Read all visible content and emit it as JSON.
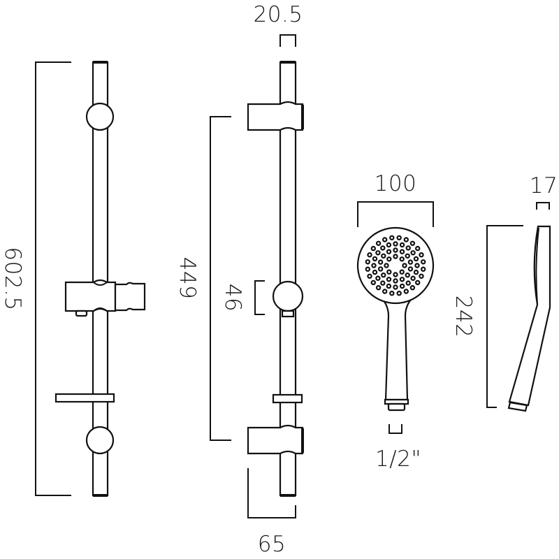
{
  "drawing": {
    "title": "Shower riser rail kit dimension drawing",
    "units": "mm",
    "line_color": "#111111",
    "background": "#ffffff"
  },
  "dimensions": {
    "rail_overall_height": "602.5",
    "rail_diameter": "20.5",
    "bracket_centres": "449",
    "knob_height": "46",
    "bracket_projection": "65",
    "handset_head_diameter": "100",
    "handset_connection": "1/2\"",
    "handset_thickness": "17",
    "handset_length": "242"
  },
  "views": [
    {
      "name": "rail-front-view",
      "parts": [
        "top-wall-bracket",
        "slider",
        "soap-dish",
        "bottom-wall-bracket"
      ]
    },
    {
      "name": "rail-side-view",
      "parts": [
        "top-wall-bracket",
        "adjuster-knob",
        "collar",
        "bottom-wall-bracket"
      ]
    },
    {
      "name": "handset-front-view",
      "parts": [
        "spray-face",
        "handle",
        "threaded-connector"
      ]
    },
    {
      "name": "handset-side-view",
      "parts": [
        "spray-head",
        "angled-handle",
        "threaded-connector"
      ]
    }
  ]
}
